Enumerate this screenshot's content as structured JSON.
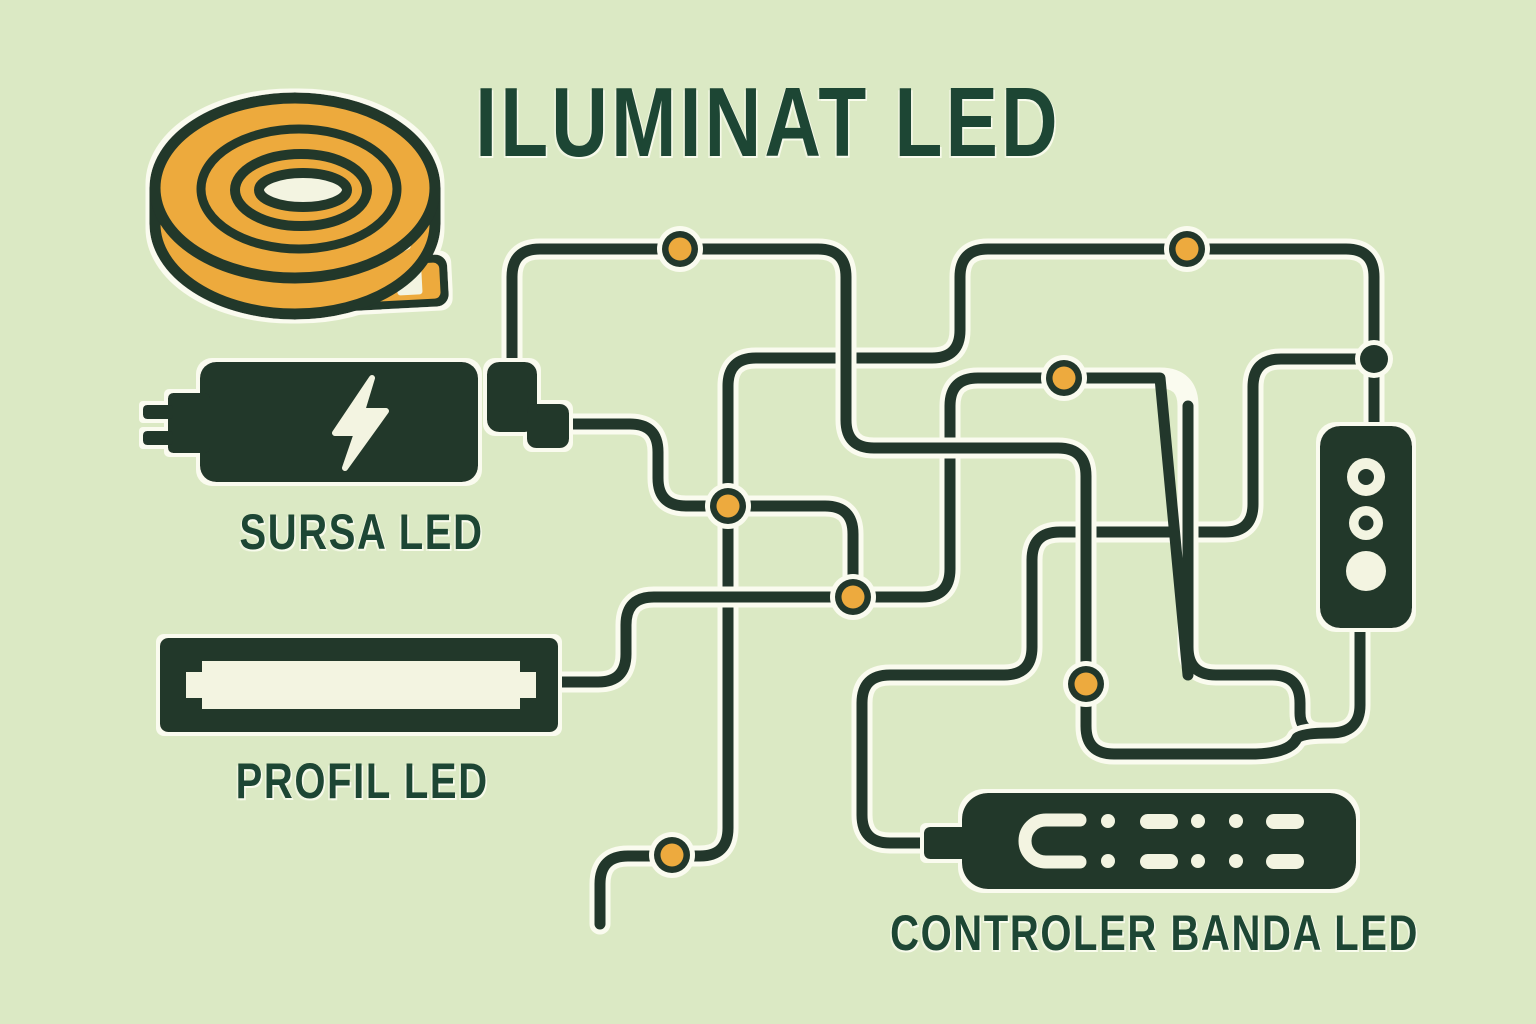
{
  "title": "ILUMINAT LED",
  "components": {
    "strip_roll": {
      "icon": "led-strip-roll-icon"
    },
    "power_supply": {
      "label": "SURSA LED",
      "icon": "power-supply-icon",
      "symbol": "lightning-bolt-icon"
    },
    "profile": {
      "label": "PROFIL LED",
      "icon": "led-profile-icon"
    },
    "controller": {
      "label": "CONTROLER BANDA LED",
      "icon": "led-controller-icon"
    },
    "inline_dimmer": {
      "icon": "inline-dimmer-icon",
      "buttons": 3
    }
  },
  "wiring": {
    "junction_dot_count": 7,
    "dark_node_count": 1,
    "style": "rounded orthogonal circuit wires with light halo"
  },
  "colors": {
    "background": "#dbe9c4",
    "dark": "#22372b",
    "orange": "#edaa3e",
    "cream": "#f3f4e1",
    "halo": "#fafbef",
    "text": "#1d4634"
  }
}
